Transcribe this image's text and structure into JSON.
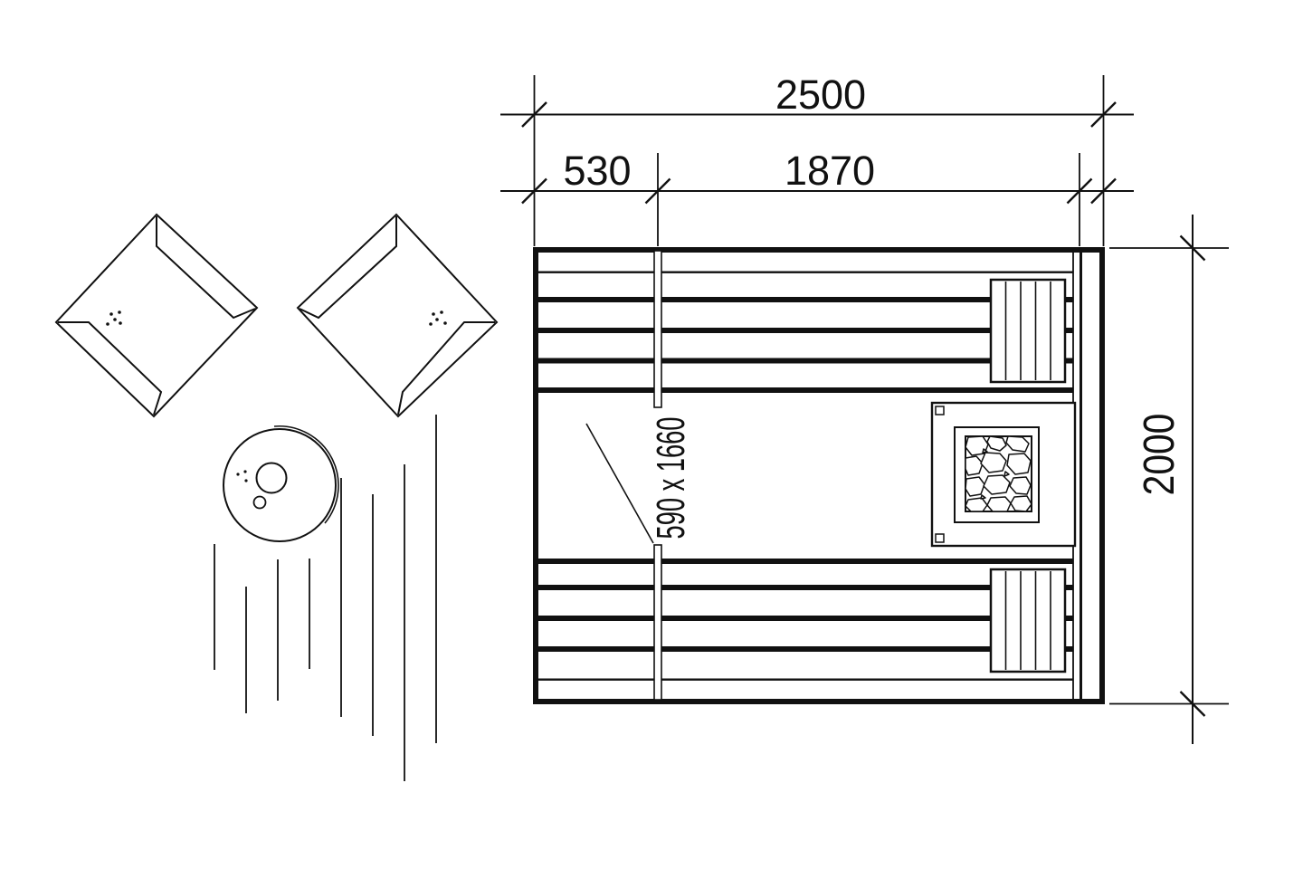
{
  "drawing": {
    "type": "sauna-floor-plan",
    "colors": {
      "ink": "#111111",
      "background": "#ffffff"
    },
    "labels": {
      "width_total": "2500",
      "door_offset": "530",
      "remaining_width": "1870",
      "depth": "2000",
      "door_size": "590 x 1660"
    },
    "symbols": [
      "stool-left-icon",
      "stool-right-icon",
      "bucket-icon",
      "water-lines-icon",
      "bench-top",
      "bench-bottom",
      "headrest-top",
      "headrest-bottom",
      "heater-with-stones",
      "door-swing"
    ]
  }
}
